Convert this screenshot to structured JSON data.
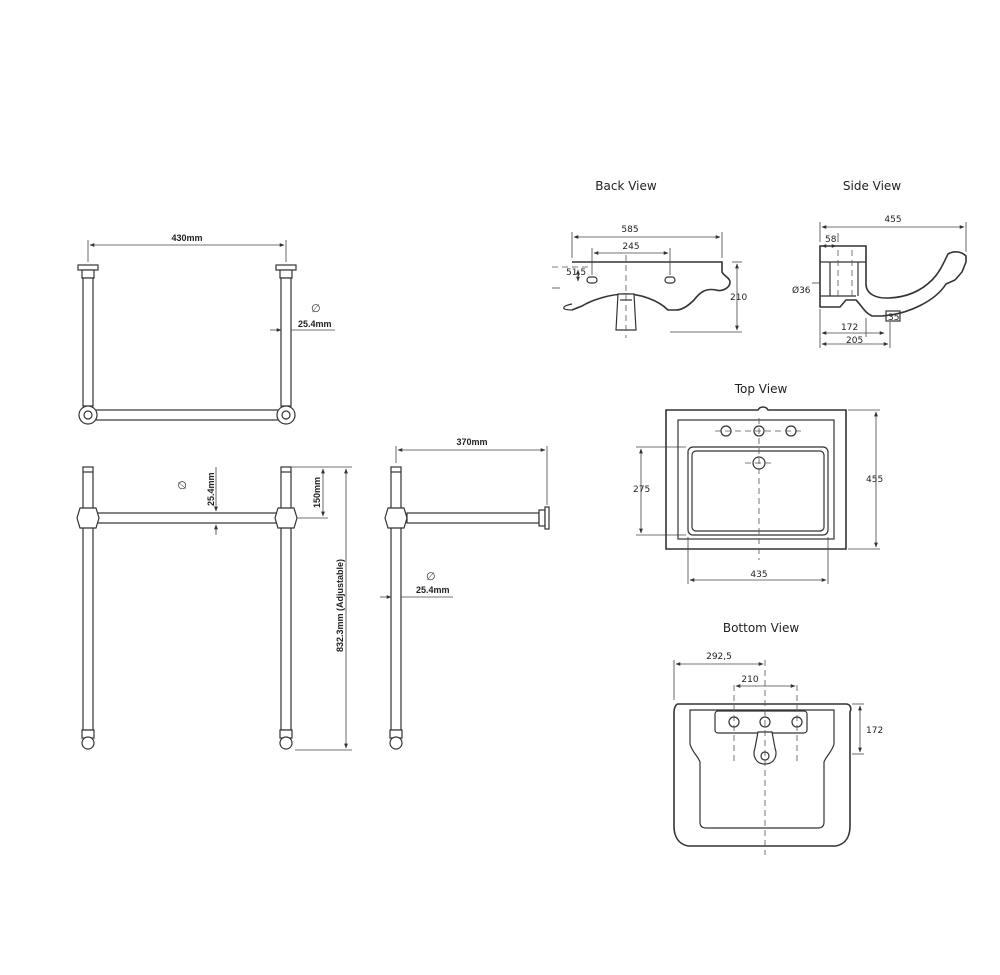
{
  "stand": {
    "front_view": {
      "width_label": "430mm",
      "tube_diameter_label": "25.4mm",
      "diameter_symbol": "∅"
    },
    "side_view": {
      "tube_diameter_label": "25.4mm",
      "diameter_symbol": "∅",
      "rail_height_label": "150mm",
      "height_label": "832.3mm (Adjustable)"
    },
    "end_view": {
      "depth_label": "370mm",
      "tube_diameter_label": "25.4mm",
      "diameter_symbol": "∅"
    }
  },
  "basin": {
    "back_view": {
      "title": "Back View",
      "dims": {
        "overall_width": "585",
        "hole_spacing": "245",
        "hole_offset": "51,5",
        "height": "210"
      }
    },
    "side_view": {
      "title": "Side View",
      "dims": {
        "depth": "455",
        "top_lip": "58",
        "diameter": "Ø36",
        "waste_offset": "172",
        "base_depth": "205",
        "waste_height": "35"
      }
    },
    "top_view": {
      "title": "Top View",
      "dims": {
        "depth": "455",
        "bowl_depth": "275",
        "bowl_width": "435"
      }
    },
    "bottom_view": {
      "title": "Bottom View",
      "dims": {
        "outer_spacing": "292,5",
        "inner_spacing": "210",
        "depth": "172"
      }
    }
  }
}
